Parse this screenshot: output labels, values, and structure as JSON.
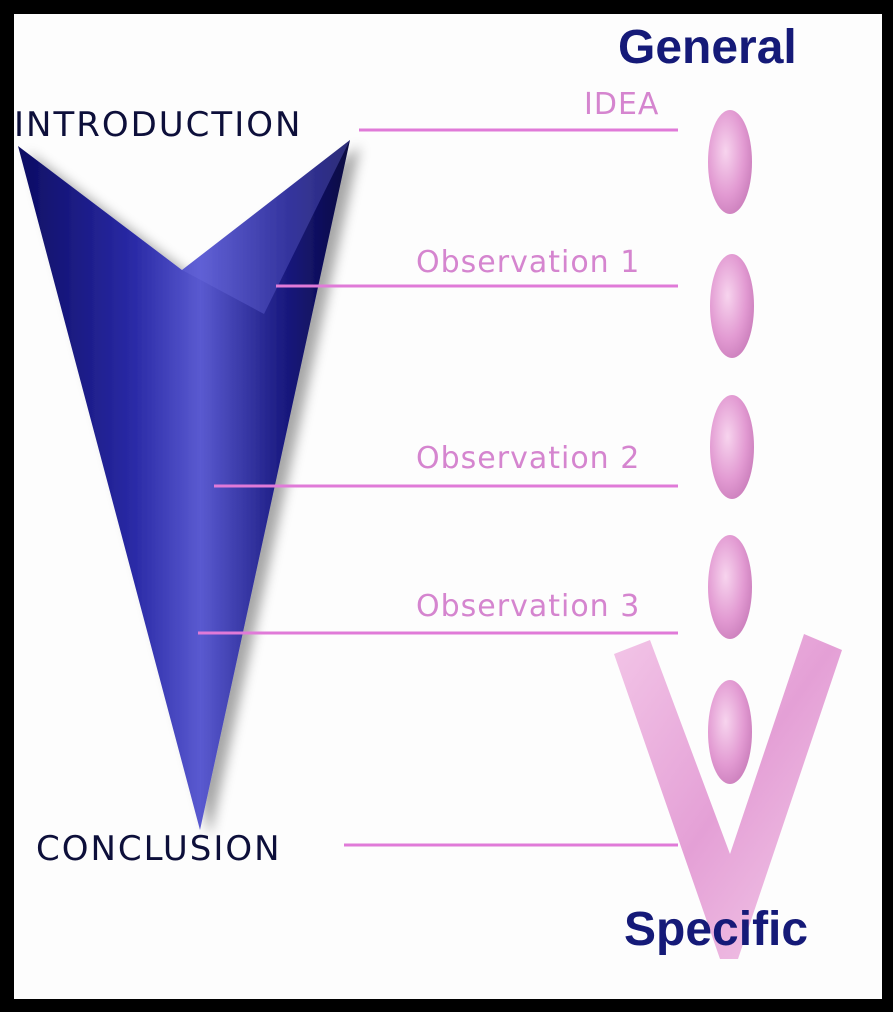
{
  "diagram": {
    "top_label": "General",
    "bottom_label": "Specific",
    "sections": {
      "introduction": "INTRODUCTION",
      "conclusion": "CONCLUSION"
    },
    "steps": [
      "IDEA",
      "Observation 1",
      "Observation 2",
      "Observation 3"
    ]
  },
  "colors": {
    "arrow_dark": "#0f0f6b",
    "arrow_light": "#5a5ad0",
    "connector": "#e07ad8",
    "bead": "#e29ad2",
    "heading": "#151a78"
  }
}
